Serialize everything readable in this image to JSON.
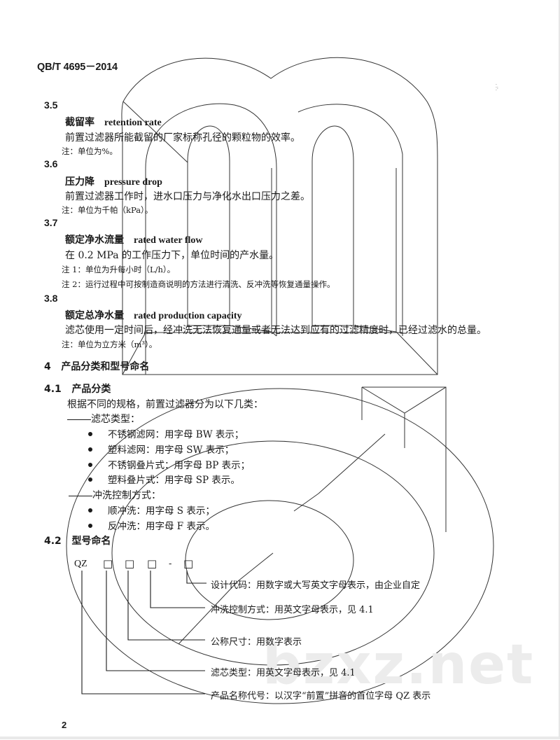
{
  "header": {
    "standard_code": "QB/T 4695－2014"
  },
  "sections": {
    "s3_5": {
      "number": "3.5",
      "term_zh": "截留率",
      "term_en": "retention rate",
      "definition": "前置过滤器所能截留的厂家标称孔径的颗粒物的效率。",
      "note": "注：单位为%。"
    },
    "s3_6": {
      "number": "3.6",
      "term_zh": "压力降",
      "term_en": "pressure drop",
      "definition": "前置过滤器工作时，进水口压力与净化水出口压力之差。",
      "note": "注：单位为千帕（kPa）。"
    },
    "s3_7": {
      "number": "3.7",
      "term_zh": "额定净水流量",
      "term_en": "rated water flow",
      "definition": "在 0.2 MPa 的工作压力下，单位时间的产水量。",
      "note1": "注 1：单位为升每小时（L/h）。",
      "note2": "注 2：运行过程中可按制造商说明的方法进行清洗、反冲洗等恢复通量操作。"
    },
    "s3_8": {
      "number": "3.8",
      "term_zh": "额定总净水量",
      "term_en": "rated production capacity",
      "definition": "滤芯使用一定时间后，经冲洗无法恢复通量或者无法达到应有的过滤精度时，已经过滤水的总量。",
      "note": "注：单位为立方米（m³）。"
    },
    "s4": {
      "number": "4",
      "title": "产品分类和型号命名"
    },
    "s4_1": {
      "number": "4.1",
      "title": "产品分类",
      "intro": "根据不同的规格，前置过滤器分为以下几类：",
      "group1_label": "滤芯类型：",
      "group1_items": [
        "不锈钢滤网：用字母 BW 表示；",
        "塑料滤网：用字母  SW 表示；",
        "不锈钢叠片式：用字母 BP 表示；",
        "塑料叠片式：用字母 SP 表示。"
      ],
      "group2_label": "冲洗控制方式：",
      "group2_items": [
        "顺冲洗：用字母 S 表示；",
        "反冲洗：用字母 F 表示。"
      ]
    },
    "s4_2": {
      "number": "4.2",
      "title": "型号命名",
      "model_prefix": "QZ",
      "box_glyph": "□",
      "separator": "-",
      "callouts": [
        "设计代码：用数字或大写英文字母表示，由企业自定",
        "冲洗控制方式：用英文字母表示，见 4.1",
        "公称尺寸：用数字表示",
        "滤芯类型：用英文字母表示，见 4.1",
        "产品名称代号：以汉字“前置”拼音的首位字母 QZ 表示"
      ]
    }
  },
  "footer": {
    "page_number": "2"
  },
  "watermark": {
    "text": "bzxz.net"
  }
}
